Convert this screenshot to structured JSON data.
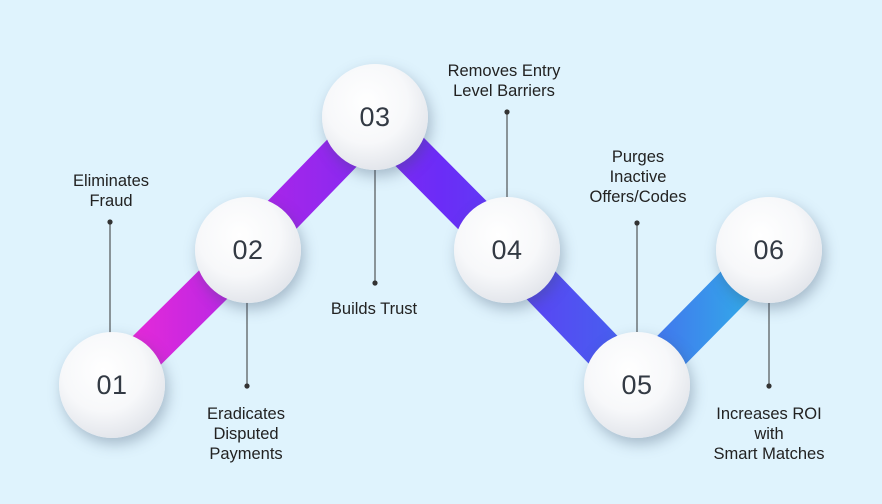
{
  "steps": [
    {
      "number": "01",
      "label": "Eliminates Fraud",
      "lines": [
        "Eliminates",
        "Fraud"
      ]
    },
    {
      "number": "02",
      "label": "Eradicates Disputed Payments",
      "lines": [
        "Eradicates",
        "Disputed",
        "Payments"
      ]
    },
    {
      "number": "03",
      "label": "Builds Trust",
      "lines": [
        "Builds Trust"
      ]
    },
    {
      "number": "04",
      "label": "Removes Entry Level Barriers",
      "lines": [
        "Removes Entry",
        "Level Barriers"
      ]
    },
    {
      "number": "05",
      "label": "Purges Inactive Offers/Codes",
      "lines": [
        "Purges",
        "Inactive",
        "Offers/Codes"
      ]
    },
    {
      "number": "06",
      "label": "Increases ROI with Smart Matches",
      "lines": [
        "Increases ROI",
        "with",
        "Smart Matches"
      ]
    }
  ],
  "colors": {
    "background": "#dff3fd",
    "gradient": [
      "#ee2ad6",
      "#a526ea",
      "#6b2cf7",
      "#4a5bf0",
      "#2fb5e8"
    ],
    "node_text": "#333a44",
    "label_text": "#222222",
    "leader_line": "#333333"
  }
}
